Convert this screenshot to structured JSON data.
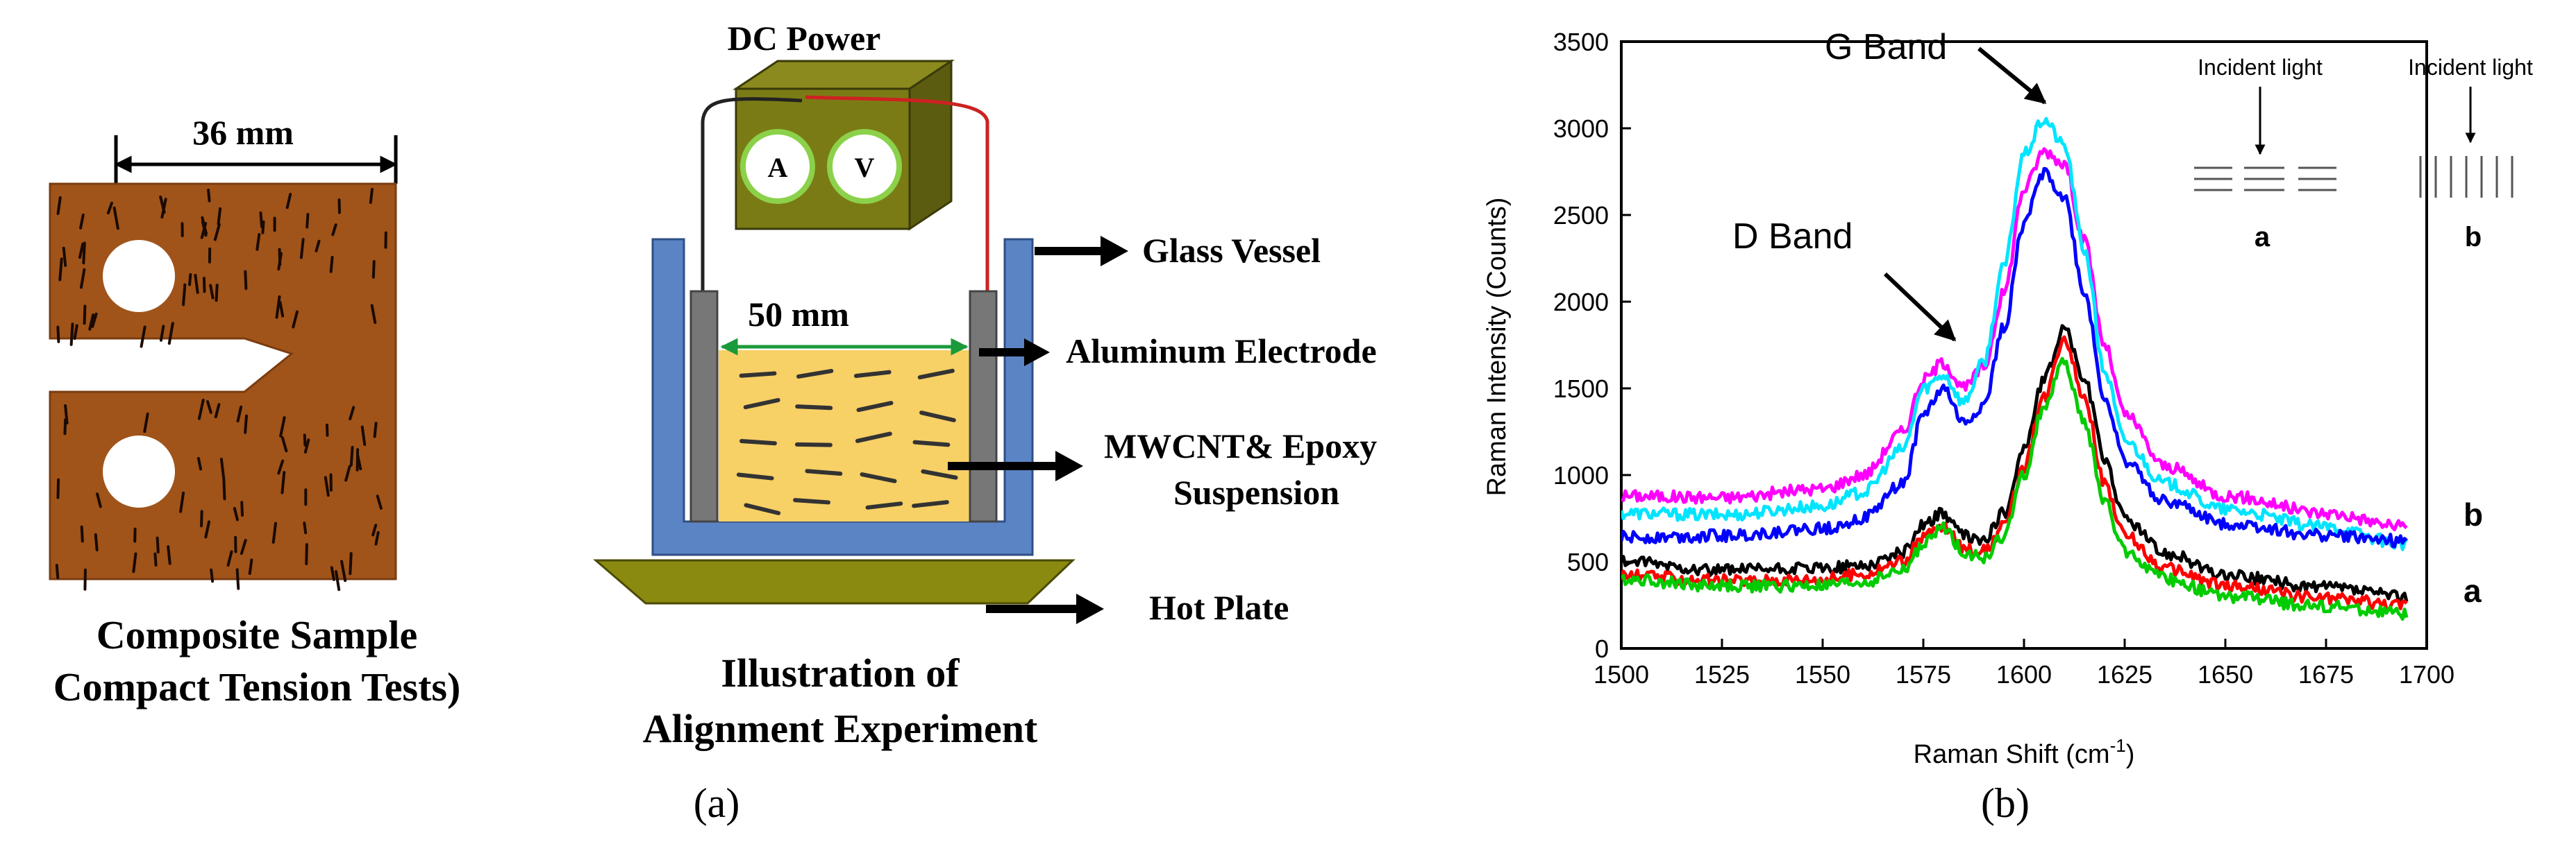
{
  "panel_a": {
    "sample": {
      "dimension": "36 mm",
      "caption_line1": "Composite Sample",
      "caption_line2": "Compact Tension Tests)"
    },
    "setup": {
      "power_label": "DC Power",
      "ammeter": "A",
      "voltmeter": "V",
      "gap_dimension": "50 mm",
      "glass_vessel": "Glass Vessel",
      "electrode": "Aluminum Electrode",
      "suspension_line1": "MWCNT& Epoxy",
      "suspension_line2": "Suspension",
      "hot_plate": "Hot Plate",
      "caption_line1": "Illustration of",
      "caption_line2": "Alignment Experiment"
    },
    "label": "(a)"
  },
  "panel_b": {
    "label": "(b)",
    "annotations": {
      "g_band": "G Band",
      "d_band": "D Band",
      "curve_group_b": "b",
      "curve_group_a": "a",
      "inset_incident_a": "Incident light",
      "inset_incident_b": "Incident light",
      "inset_label_a": "a",
      "inset_label_b": "b"
    }
  },
  "chart_data": {
    "type": "line",
    "title": "",
    "xlabel": "Raman Shift (cm",
    "xlabel_sup": "-1",
    "xlabel_end": ")",
    "ylabel": "Raman Intensity (Counts)",
    "xlim": [
      1500,
      1700
    ],
    "ylim": [
      0,
      3500
    ],
    "xticks": [
      1500,
      1525,
      1550,
      1575,
      1600,
      1625,
      1650,
      1675,
      1700
    ],
    "yticks": [
      0,
      500,
      1000,
      1500,
      2000,
      2500,
      3000,
      3500
    ],
    "grid": false,
    "legend": "none",
    "x": [
      1500,
      1525,
      1550,
      1560,
      1570,
      1575,
      1580,
      1585,
      1590,
      1595,
      1600,
      1605,
      1610,
      1615,
      1620,
      1625,
      1635,
      1650,
      1675,
      1695
    ],
    "series": [
      {
        "color": "#ff00ff",
        "values": [
          880,
          870,
          920,
          1000,
          1250,
          1550,
          1650,
          1500,
          1620,
          2050,
          2650,
          2870,
          2800,
          2350,
          1750,
          1350,
          1050,
          880,
          780,
          700
        ]
      },
      {
        "color": "#00e5ff",
        "values": [
          780,
          770,
          820,
          900,
          1150,
          1500,
          1580,
          1420,
          1650,
          2200,
          2850,
          3050,
          2900,
          2300,
          1600,
          1200,
          950,
          800,
          700,
          600
        ]
      },
      {
        "color": "#0000ff",
        "values": [
          640,
          650,
          690,
          750,
          950,
          1350,
          1500,
          1300,
          1400,
          1850,
          2450,
          2750,
          2600,
          2050,
          1450,
          1080,
          850,
          720,
          650,
          620
        ]
      },
      {
        "color": "#000000",
        "values": [
          500,
          450,
          460,
          480,
          550,
          720,
          780,
          650,
          620,
          780,
          1150,
          1550,
          1850,
          1550,
          1100,
          750,
          550,
          420,
          350,
          300
        ]
      },
      {
        "color": "#ff0000",
        "values": [
          420,
          390,
          400,
          430,
          500,
          650,
          700,
          580,
          560,
          700,
          1050,
          1450,
          1800,
          1450,
          950,
          650,
          460,
          360,
          290,
          250
        ]
      },
      {
        "color": "#00cc00",
        "values": [
          400,
          360,
          360,
          380,
          450,
          600,
          700,
          560,
          520,
          650,
          1000,
          1400,
          1650,
          1300,
          850,
          560,
          400,
          300,
          240,
          200
        ]
      }
    ],
    "wobble_amplitude_counts": 35
  }
}
